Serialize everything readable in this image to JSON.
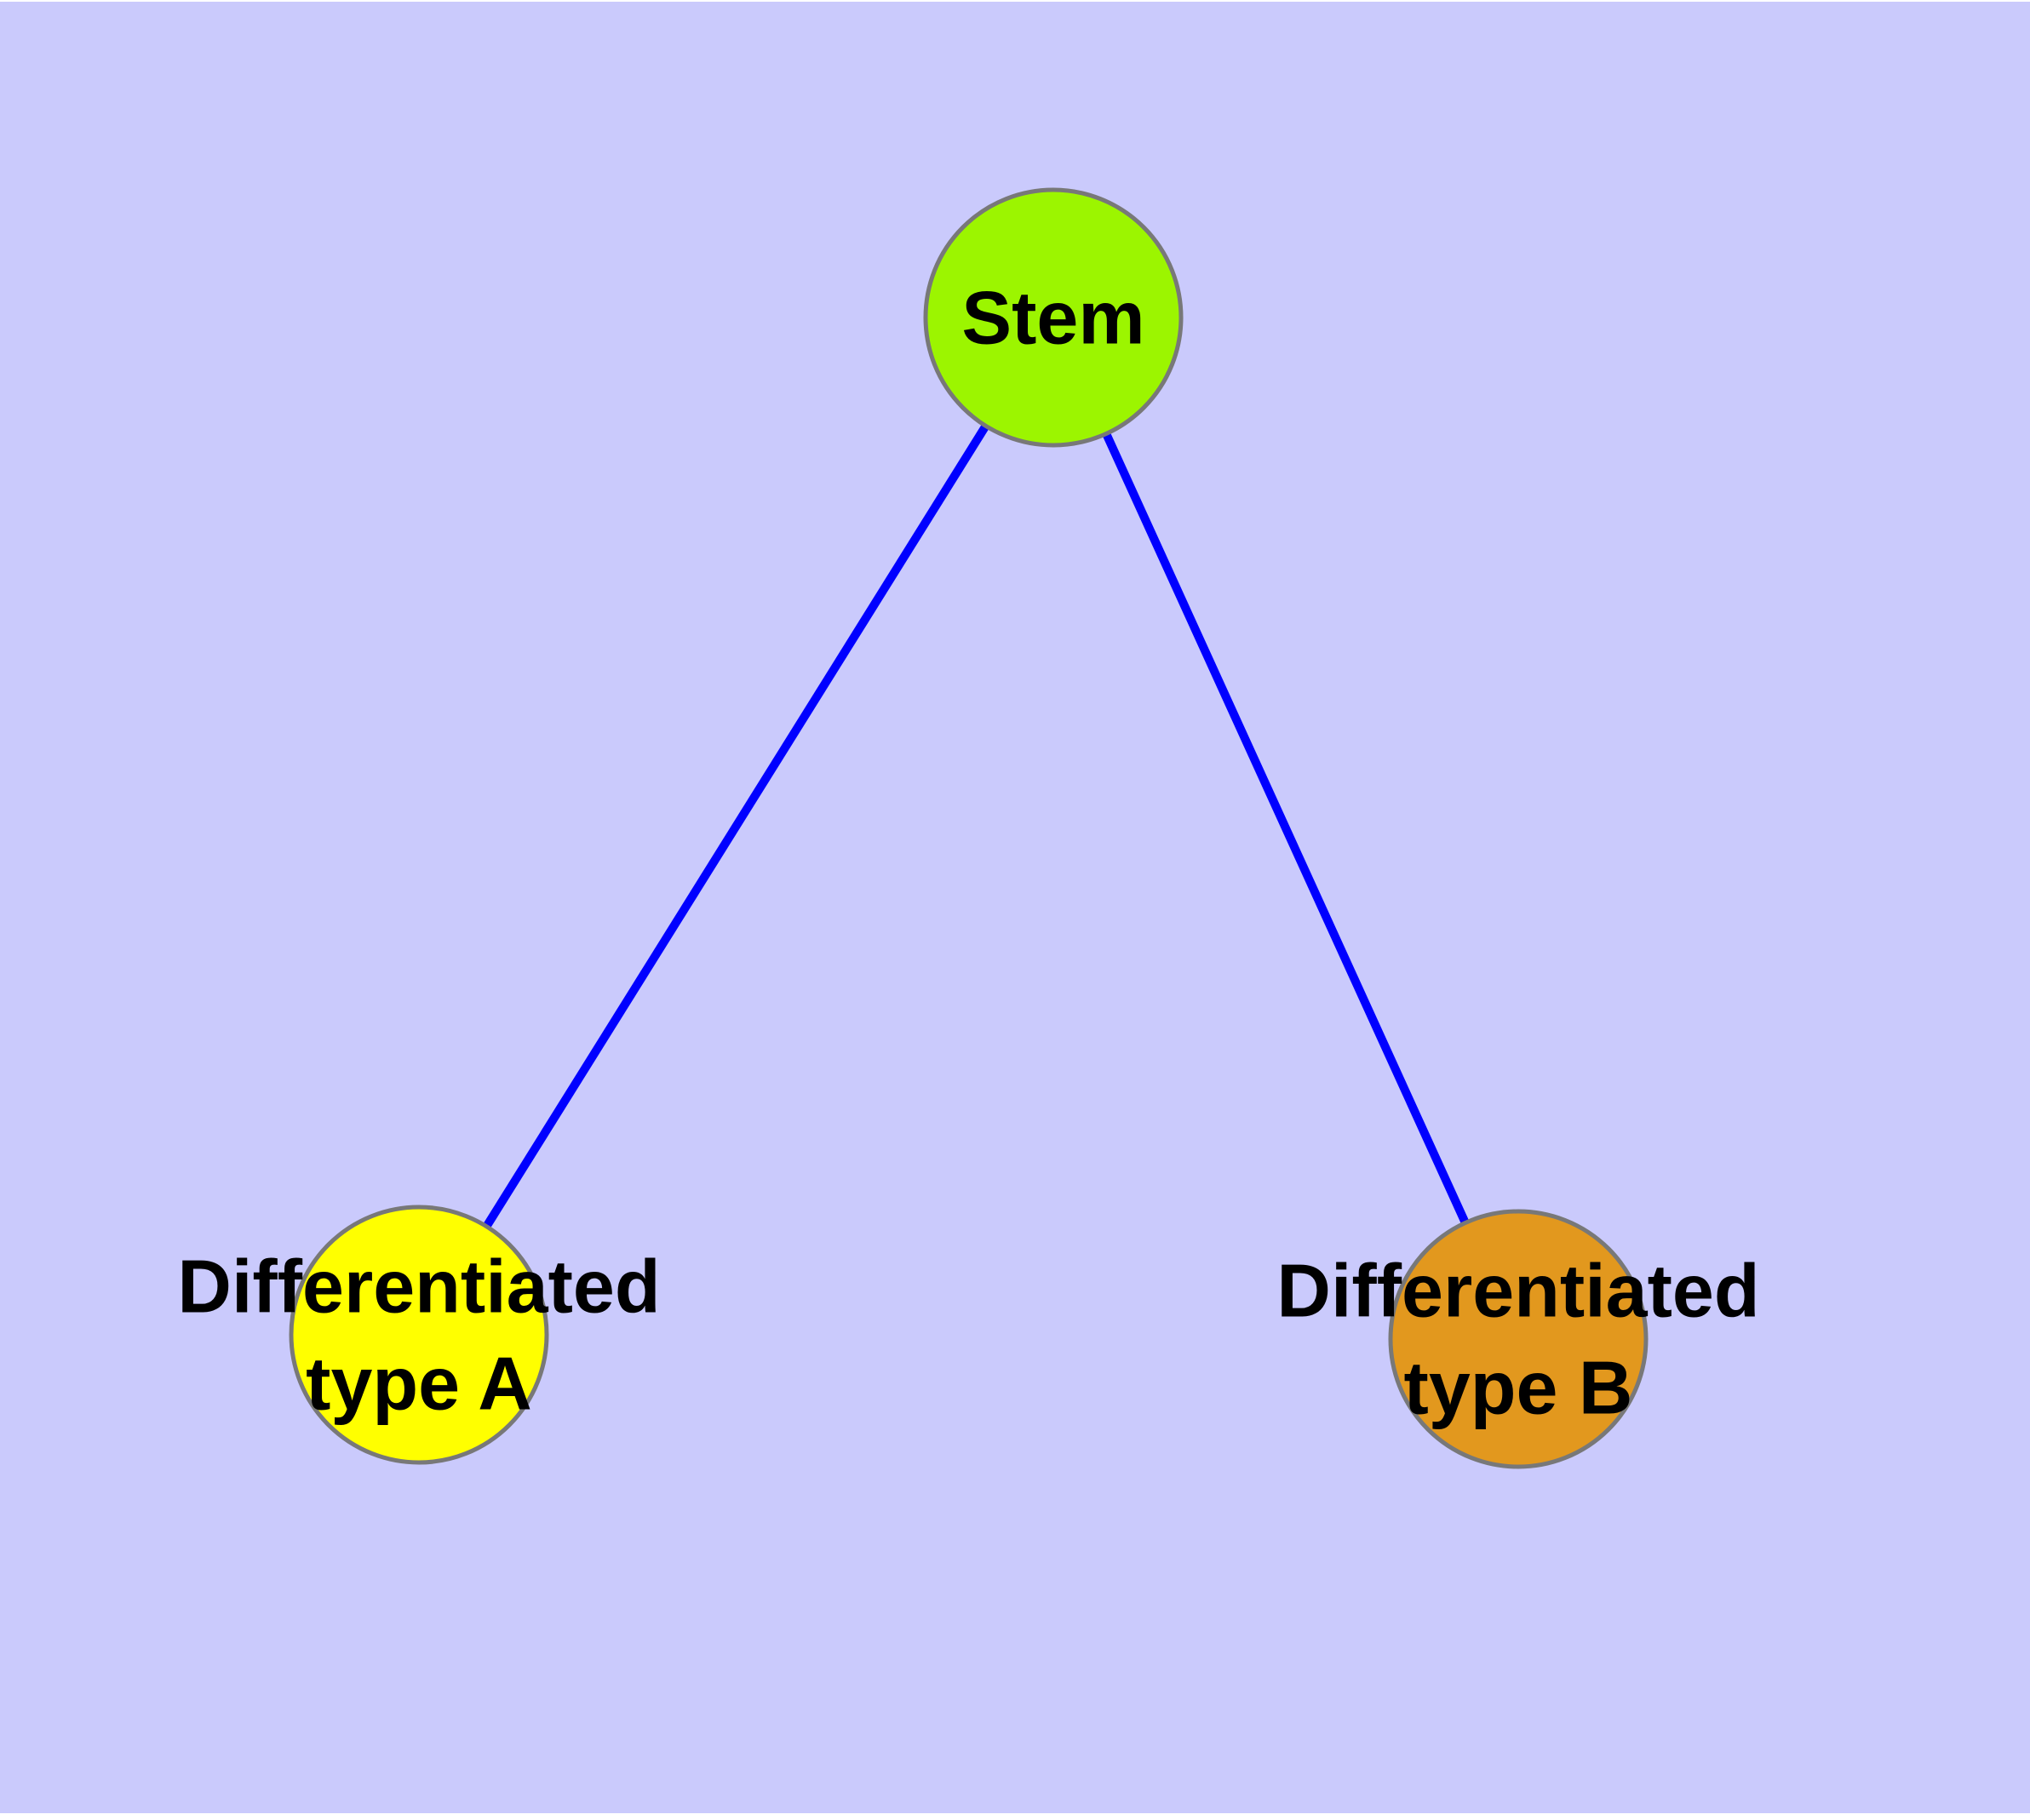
{
  "diagram": {
    "type": "node-link-graph",
    "node_count": 3,
    "edge_count": 2
  },
  "colors": {
    "background": "#CACAFC",
    "page_margin": "#FFFFFF",
    "edge": "#0000FF",
    "node_border": "#787878",
    "label_text": "#000000"
  },
  "nodes": [
    {
      "id": "stem",
      "label": "Stem",
      "lines": [
        "Stem"
      ],
      "fill": "#9CF500"
    },
    {
      "id": "differentiated-type-a",
      "label": "Differentiated type A",
      "lines": [
        "Differentiated",
        "type A"
      ],
      "fill": "#FFFF00"
    },
    {
      "id": "differentiated-type-b",
      "label": "Differentiated type B",
      "lines": [
        "Differentiated",
        "type B"
      ],
      "fill": "#E2981E"
    }
  ],
  "edges": [
    {
      "from": "Stem",
      "to": "Differentiated type A"
    },
    {
      "from": "Stem",
      "to": "Differentiated type B"
    }
  ]
}
